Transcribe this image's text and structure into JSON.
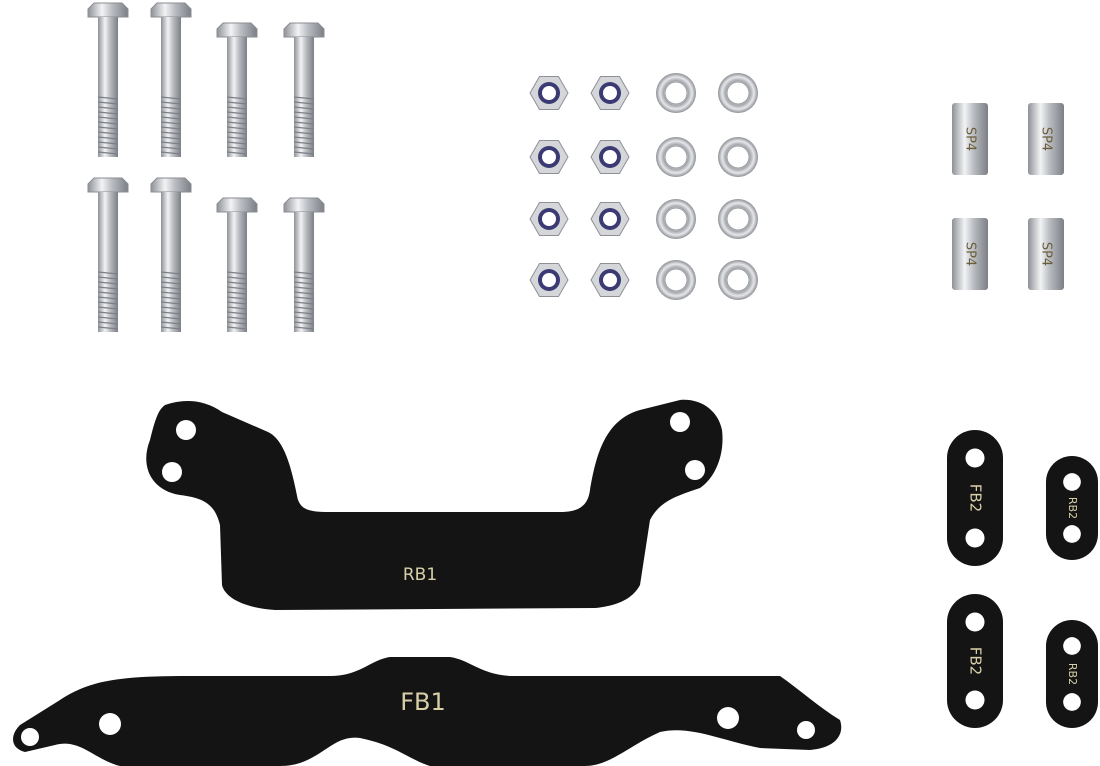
{
  "photo": {
    "bolts": {
      "count": 8
    },
    "lock_nuts": {
      "count": 8
    },
    "washers": {
      "count": 8
    },
    "spacers": {
      "count": 4,
      "label": "SP4"
    },
    "rear_bracket": {
      "label": "RB1"
    },
    "front_bracket": {
      "label": "FB1"
    },
    "front_plates": {
      "count": 2,
      "label": "FB2"
    },
    "rear_plates": {
      "count": 2,
      "label": "RB2"
    },
    "colors": {
      "metal": "#c9cbcf",
      "bracket": "#141414",
      "nut_insert": "#3b3a72",
      "stamp_text": "#d8cfa8"
    }
  }
}
